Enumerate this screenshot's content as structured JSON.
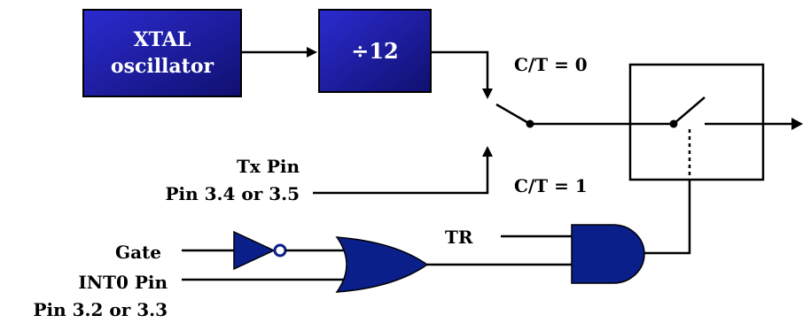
{
  "blocks": {
    "xtal_line1": "XTAL",
    "xtal_line2": "oscillator",
    "divider": "÷12"
  },
  "labels": {
    "ct0": "C/T = 0",
    "ct1": "C/T = 1",
    "tx_pin": "Tx Pin",
    "tx_pin_num": "Pin 3.4 or 3.5",
    "gate": "Gate",
    "int0_pin": "INT0 Pin",
    "int0_pin_num": "Pin 3.2 or 3.3",
    "tr": "TR"
  },
  "colors": {
    "block_fill": "#1a1aa0",
    "gate_fill": "#0a1f8a",
    "wire": "#000000"
  }
}
